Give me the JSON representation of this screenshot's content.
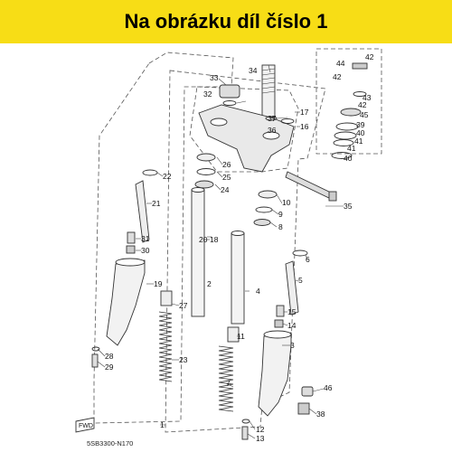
{
  "banner": {
    "title": "Na obrázku díl číslo 1",
    "background": "#f7dd16"
  },
  "diagram": {
    "line_color": "#333333",
    "fwd_label": "FWD",
    "drawing_code": "5SB3300-N170",
    "callouts": [
      "1",
      "2",
      "3",
      "4",
      "5",
      "6",
      "7",
      "8",
      "9",
      "10",
      "11",
      "12",
      "13",
      "14",
      "15",
      "16",
      "17",
      "18",
      "19",
      "20",
      "21",
      "22",
      "23",
      "24",
      "25",
      "26",
      "27",
      "28",
      "29",
      "30",
      "31",
      "32",
      "33",
      "34",
      "35",
      "36",
      "37",
      "38",
      "39",
      "40",
      "40",
      "41",
      "41",
      "42",
      "42",
      "43",
      "44",
      "45",
      "46"
    ]
  }
}
